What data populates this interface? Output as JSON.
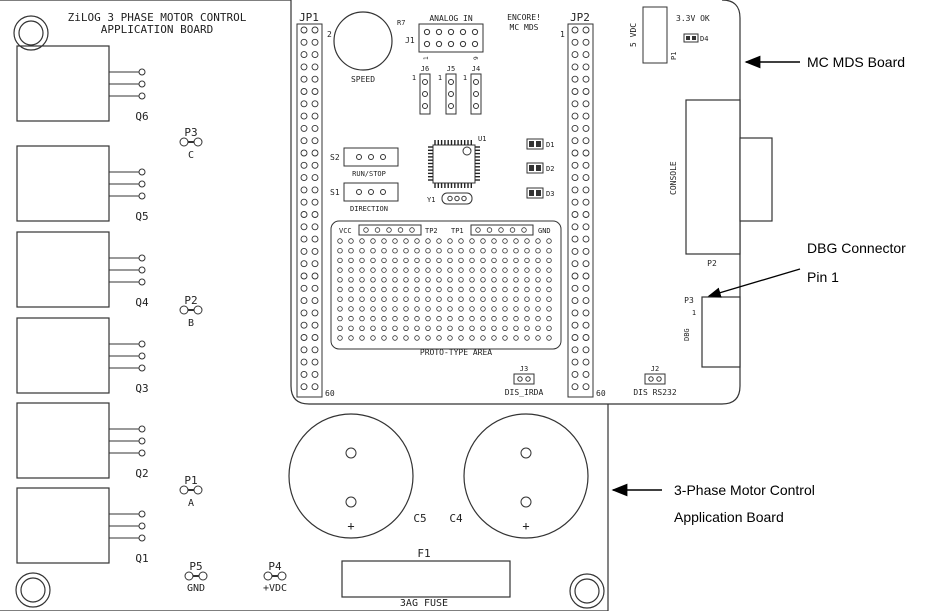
{
  "board": {
    "title_line1": "ZiLOG 3 PHASE MOTOR CONTROL",
    "title_line2": "APPLICATION BOARD",
    "transistors": [
      "Q6",
      "Q5",
      "Q4",
      "Q3",
      "Q2",
      "Q1"
    ],
    "phase_points": [
      {
        "id": "P3",
        "label": "C"
      },
      {
        "id": "P2",
        "label": "B"
      },
      {
        "id": "P1",
        "label": "A"
      }
    ],
    "power_points": [
      {
        "id": "P5",
        "label": "GND"
      },
      {
        "id": "P4",
        "label": "+VDC"
      }
    ],
    "capacitors": [
      "C5",
      "C4"
    ],
    "cap_polarity": "+",
    "fuse_id": "F1",
    "fuse_label": "3AG FUSE"
  },
  "mds": {
    "jp1": "JP1",
    "jp2": "JP2",
    "pin_2": "2",
    "pin_1": "1",
    "pin_60": "60",
    "r7": "R7",
    "speed": "SPEED",
    "analog_in": "ANALOG IN",
    "j1": "J1",
    "j1_pin1": "1",
    "j1_pin9": "9",
    "encore_line1": "ENCORE!",
    "encore_line2": "MC MDS",
    "five_vdc": "5 VDC",
    "p1": "P1",
    "ok_label": "3.3V OK",
    "d4": "D4",
    "j6": "J6",
    "j5": "J5",
    "j4": "J4",
    "jumper_pin1": "1",
    "u1": "U1",
    "d1": "D1",
    "d2": "D2",
    "d3": "D3",
    "s2": "S2",
    "run_stop": "RUN/STOP",
    "s1": "S1",
    "direction": "DIRECTION",
    "y1": "Y1",
    "vcc": "VCC",
    "tp2": "TP2",
    "tp1": "TP1",
    "gnd": "GND",
    "proto_area": "PROTO-TYPE AREA",
    "j3": "J3",
    "dis_irda": "DIS_IRDA",
    "j2": "J2",
    "dis_rs232": "DIS RS232",
    "console": "CONSOLE",
    "p2": "P2",
    "p3": "P3",
    "p3_pin1": "1",
    "dbg": "DBG"
  },
  "callouts": {
    "mc_mds": "MC MDS Board",
    "dbg_line1": "DBG Connector",
    "dbg_line2": "Pin 1",
    "app_line1": "3-Phase Motor Control",
    "app_line2": "Application Board"
  }
}
